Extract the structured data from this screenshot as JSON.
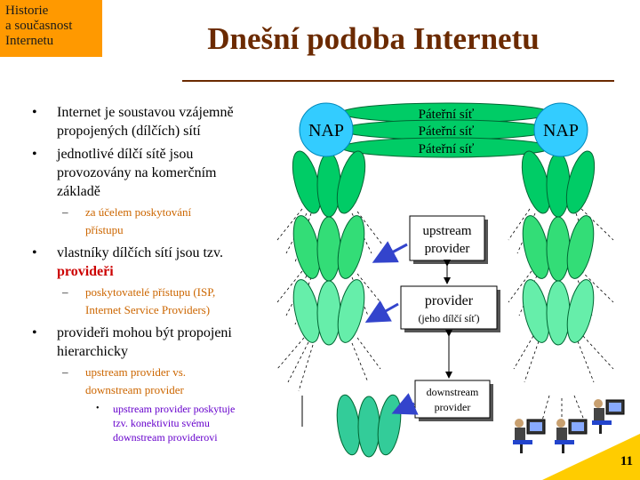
{
  "corner": {
    "lines": [
      "Historie",
      "a současnost",
      "Internetu"
    ]
  },
  "title": "Dnešní podoba Internetu",
  "bullets": [
    {
      "bullet": "•",
      "lines": [
        "Internet je soustavou vzájemně",
        "propojených (dílčích) sítí"
      ]
    },
    {
      "bullet": "•",
      "lines": [
        "jednotlivé dílčí sítě jsou",
        "provozovány na komerčním",
        "základě"
      ]
    },
    {
      "dash": "–",
      "lines": [
        "za účelem poskytování",
        "přístupu"
      ]
    },
    {
      "bullet": "•",
      "lines": [
        "vlastníky dílčích sítí jsou tzv."
      ],
      "highlight": "provideři"
    },
    {
      "dash": "–",
      "lines": [
        "poskytovatelé přístupu (ISP,",
        "Internet Service Providers)"
      ]
    },
    {
      "bullet": "•",
      "lines": [
        "provideři mohou být propojeni",
        "hierarchicky"
      ]
    },
    {
      "dash": "–",
      "lines": [
        "upstream provider vs.",
        "downstream provider"
      ]
    },
    {
      "bullet": "•",
      "lines": [
        "upstream provider poskytuje",
        "tzv. konektivitu svému",
        "downstream providerovi"
      ]
    }
  ],
  "diagram": {
    "nap_label": "NAP",
    "backbone_labels": [
      "Páteřní síť",
      "Páteřní síť",
      "Páteřní síť"
    ],
    "upstream_box": [
      "upstream",
      "provider"
    ],
    "provider_box": [
      "provider",
      "(jeho dílčí síť)"
    ],
    "downstream_box": [
      "downstream",
      "provider"
    ],
    "colors": {
      "nap": "#33ccff",
      "backbone": "#00cc66",
      "level1": "#00cc66",
      "level2": "#33dd77",
      "level3": "#66eeaa",
      "level4": "#33cc99",
      "arrow": "#3344cc",
      "corner": "#ff9900",
      "title": "#6b2a00",
      "accent": "#ffcc00"
    }
  },
  "page_number": "11"
}
